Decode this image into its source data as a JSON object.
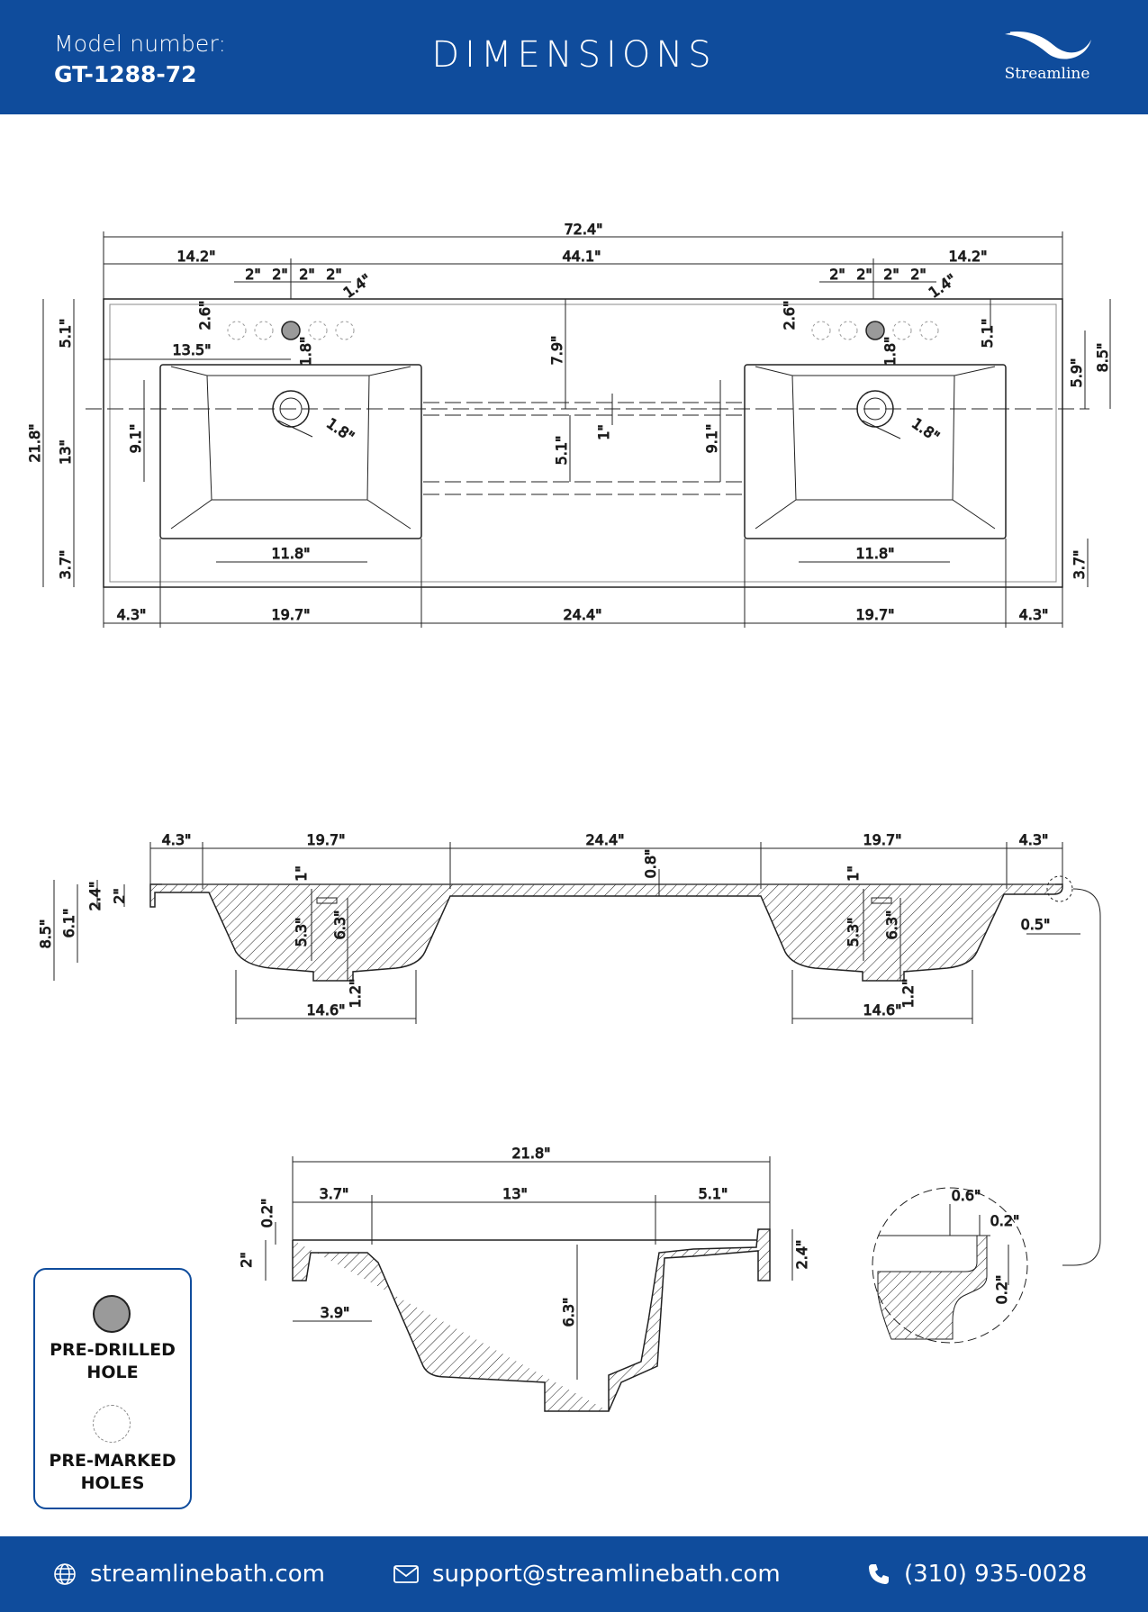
{
  "header": {
    "model_label": "Model number:",
    "model_value": "GT-1288-72",
    "title": "DIMENSIONS",
    "brand": "Streamline"
  },
  "top_view": {
    "overall_width": "72.4\"",
    "left_edge": "14.2\"",
    "faucet_spacing": "44.1\"",
    "right_edge": "14.2\"",
    "hole_spacing": "2\"",
    "hole_size": "1.4\"",
    "hole_row_offset": "2.6\"",
    "back_margin": "5.1\"",
    "basin_back_offset": "13.5\"",
    "hole_to_basin": "1.8\"",
    "overall_depth": "21.8\"",
    "basin_depth": "13\"",
    "front_margin": "3.7\"",
    "basin_inner_depth": "9.1\"",
    "drain_size": "1.8\"",
    "center_to_back": "7.9\"",
    "center_gap_depth": "5.1\"",
    "center_gap_thick": "1\"",
    "basin_inner_width": "11.8\"",
    "right_back_margin": "5.1\"",
    "right_drain_offset": "5.9\"",
    "right_total": "8.5\"",
    "right_front": "3.7\"",
    "bottom_left": "4.3\"",
    "bottom_basin": "19.7\"",
    "bottom_center": "24.4\"",
    "bottom_right": "4.3\""
  },
  "front_section": {
    "left": "4.3\"",
    "basin": "19.7\"",
    "center": "24.4\"",
    "right": "4.3\"",
    "deck": "0.8\"",
    "lip": "1\"",
    "total_height": "8.5\"",
    "bowl_height": "6.1\"",
    "rim": "2.4\"",
    "edge": "2\"",
    "bowl_depth": "5.3\"",
    "overflow_depth": "6.3\"",
    "drain_height": "1.2\"",
    "bowl_width": "14.6\"",
    "edge_radius": "0.5\""
  },
  "side_section": {
    "overall": "21.8\"",
    "front": "3.7\"",
    "basin": "13\"",
    "back": "5.1\"",
    "top": "0.2\"",
    "edge": "2\"",
    "inner_front": "3.9\"",
    "bowl_depth": "6.3\"",
    "back_height": "2.4\""
  },
  "detail": {
    "width": "0.6\"",
    "top": "0.2\"",
    "side": "0.2\""
  },
  "legend": {
    "pre_drilled": "PRE-DRILLED HOLE",
    "pre_marked": "PRE-MARKED HOLES"
  },
  "footer": {
    "website": "streamlinebath.com",
    "email": "support@streamlinebath.com",
    "phone": "(310) 935-0028"
  },
  "colors": {
    "brand_blue": "#0f4c9c"
  }
}
